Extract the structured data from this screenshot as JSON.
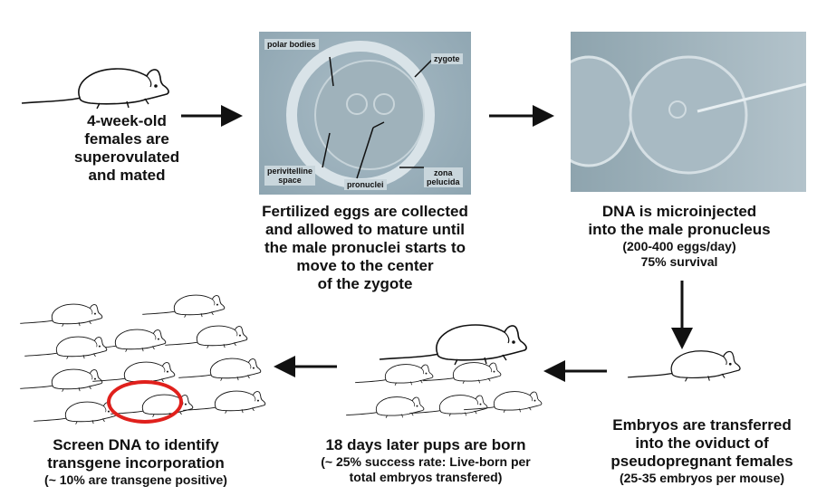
{
  "steps": {
    "superovulation": {
      "lines": [
        "4-week-old",
        "females are",
        "superovulated",
        "and mated"
      ]
    },
    "collection": {
      "lines": [
        "Fertilized eggs are collected",
        "and allowed to mature until",
        "the male pronuclei starts to",
        "move to the center",
        "of the zygote"
      ]
    },
    "microinjection": {
      "lines": [
        "DNA is microinjected",
        "into the male pronucleus"
      ],
      "sub": [
        "(200-400 eggs/day)",
        "75% survival"
      ]
    },
    "transfer": {
      "lines": [
        "Embryos are transferred",
        "into the oviduct of",
        "pseudopregnant females"
      ],
      "sub": [
        "(25-35 embryos per mouse)"
      ]
    },
    "birth": {
      "lines": [
        "18 days later pups are born"
      ],
      "sub": [
        "(~ 25% success rate: Live-born per",
        "total embryos transfered)"
      ]
    },
    "screening": {
      "lines": [
        "Screen DNA to identify",
        "transgene incorporation"
      ],
      "sub": [
        "(~ 10% are transgene positive)"
      ]
    }
  },
  "micrograph_labels": {
    "polar_bodies": "polar bodies",
    "zygote": "zygote",
    "perivitelline_space": [
      "perivitelline",
      "space"
    ],
    "pronuclei": "pronuclei",
    "zona_pelucida": [
      "zona",
      "pelucida"
    ]
  },
  "colors": {
    "highlight": "#e0201c",
    "micrograph": "#9fb4bf"
  }
}
